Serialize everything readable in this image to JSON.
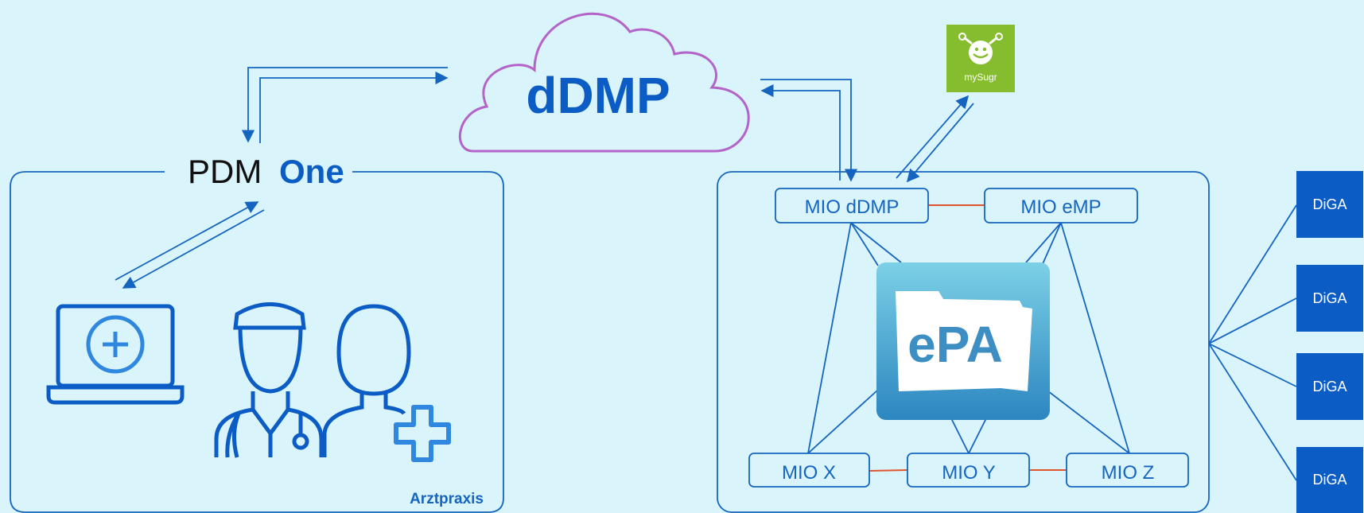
{
  "cloud": {
    "label": "dDMP"
  },
  "pdm": {
    "word1": "PDM",
    "word2": "One"
  },
  "practice": {
    "label": "Arztpraxis"
  },
  "mysugr": {
    "label": "mySugr"
  },
  "epa": {
    "label": "ePA"
  },
  "mio": {
    "ddmp": "MIO dDMP",
    "emp": "MIO eMP",
    "x": "MIO X",
    "y": "MIO Y",
    "z": "MIO Z"
  },
  "diga": [
    "DiGA",
    "DiGA",
    "DiGA",
    "DiGA"
  ],
  "icons": {
    "laptop": "laptop-plus-icon",
    "doctors": "doctor-and-patient-icon",
    "plus": "medical-plus-icon",
    "epa_folder": "folder-icon"
  },
  "colors": {
    "background": "#d9f4fb",
    "primary_blue": "#0b5cc4",
    "line_blue": "#1565c0",
    "cloud_outline": "#b463c8",
    "mysugr_green": "#86bd2e",
    "mio_link_red": "#e0542e"
  }
}
